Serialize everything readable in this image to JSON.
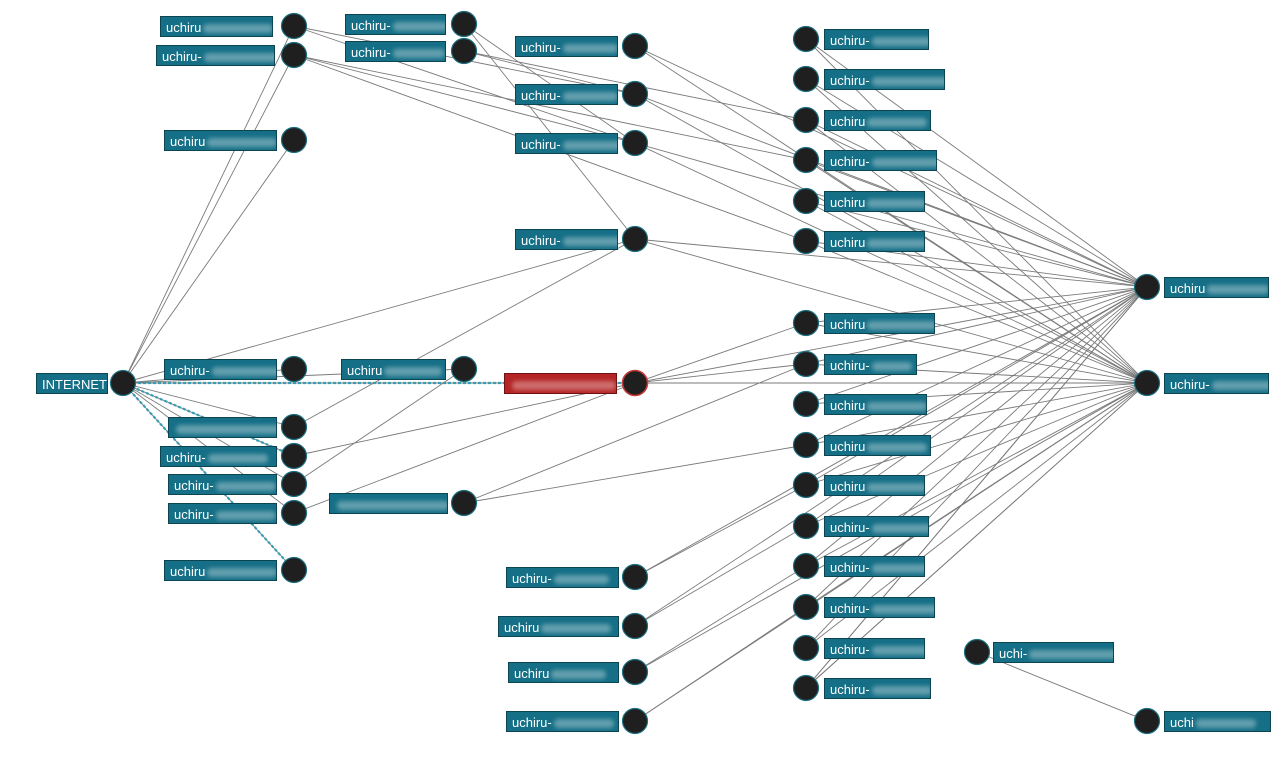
{
  "colors": {
    "label_bg": "#156f86",
    "label_border": "#0c4452",
    "label_alert_bg": "#b42424",
    "node_fill": "#1f1f1f",
    "edge": "#7a7a7a",
    "edge_highlight": "#2a9bb5"
  },
  "nodes": [
    {
      "id": "internet",
      "text": "INTERNET",
      "kind": "internet"
    },
    {
      "id": "a1",
      "text": "uchiru"
    },
    {
      "id": "a2",
      "text": "uchiru-"
    },
    {
      "id": "a3",
      "text": "uchiru"
    },
    {
      "id": "a4",
      "text": "uchiru-"
    },
    {
      "id": "a5",
      "text": ""
    },
    {
      "id": "a6",
      "text": "uchiru-"
    },
    {
      "id": "a7",
      "text": "uchiru-"
    },
    {
      "id": "a8",
      "text": "uchiru-"
    },
    {
      "id": "a9",
      "text": "uchiru"
    },
    {
      "id": "b1",
      "text": "uchiru-"
    },
    {
      "id": "b2",
      "text": "uchiru-"
    },
    {
      "id": "b3",
      "text": "uchiru"
    },
    {
      "id": "b4",
      "text": ""
    },
    {
      "id": "c1",
      "text": "uchiru-"
    },
    {
      "id": "c2",
      "text": "uchiru-"
    },
    {
      "id": "c3",
      "text": "uchiru-"
    },
    {
      "id": "c4",
      "text": "uchiru-"
    },
    {
      "id": "c5",
      "text": "",
      "kind": "alert"
    },
    {
      "id": "c6",
      "text": "uchiru-"
    },
    {
      "id": "c7",
      "text": "uchiru"
    },
    {
      "id": "c8",
      "text": "uchiru"
    },
    {
      "id": "c9",
      "text": "uchiru-"
    },
    {
      "id": "d1",
      "text": "uchiru-"
    },
    {
      "id": "d2",
      "text": "uchiru-"
    },
    {
      "id": "d3",
      "text": "uchiru"
    },
    {
      "id": "d4",
      "text": "uchiru-"
    },
    {
      "id": "d5",
      "text": "uchiru"
    },
    {
      "id": "d6",
      "text": "uchiru"
    },
    {
      "id": "d7",
      "text": "uchiru"
    },
    {
      "id": "d8",
      "text": "uchiru-"
    },
    {
      "id": "d9",
      "text": "uchiru"
    },
    {
      "id": "d10",
      "text": "uchiru"
    },
    {
      "id": "d11",
      "text": "uchiru"
    },
    {
      "id": "d12",
      "text": "uchiru-"
    },
    {
      "id": "d13",
      "text": "uchiru-"
    },
    {
      "id": "d14",
      "text": "uchiru-"
    },
    {
      "id": "d15",
      "text": "uchiru-"
    },
    {
      "id": "d16",
      "text": "uchiru-"
    },
    {
      "id": "d17",
      "text": "uchiru"
    },
    {
      "id": "e1",
      "text": "uchiru"
    },
    {
      "id": "e2",
      "text": "uchiru-"
    },
    {
      "id": "f1",
      "text": "uchi-"
    },
    {
      "id": "f2",
      "text": "uchi"
    }
  ],
  "edges": [
    [
      "internet",
      "a1"
    ],
    [
      "internet",
      "a2"
    ],
    [
      "internet",
      "a3"
    ],
    [
      "internet",
      "a4"
    ],
    [
      "internet",
      "a5"
    ],
    [
      "internet",
      "a6"
    ],
    [
      "internet",
      "a7"
    ],
    [
      "internet",
      "a8"
    ],
    [
      "internet",
      "a9"
    ],
    [
      "internet",
      "b3"
    ],
    [
      "internet",
      "c5"
    ],
    [
      "internet",
      "c4"
    ],
    [
      "a1",
      "c2"
    ],
    [
      "a1",
      "c3"
    ],
    [
      "a2",
      "c3"
    ],
    [
      "a2",
      "d4"
    ],
    [
      "a2",
      "d6"
    ],
    [
      "b1",
      "c3"
    ],
    [
      "b1",
      "c4"
    ],
    [
      "b2",
      "c2"
    ],
    [
      "b2",
      "d3"
    ],
    [
      "a5",
      "c4"
    ],
    [
      "a6",
      "c5"
    ],
    [
      "a7",
      "b3"
    ],
    [
      "a8",
      "c5"
    ],
    [
      "b4",
      "d8"
    ],
    [
      "b4",
      "d10"
    ],
    [
      "c5",
      "d8"
    ],
    [
      "c5",
      "e1"
    ],
    [
      "c5",
      "e2"
    ],
    [
      "c5",
      "d7"
    ],
    [
      "c1",
      "e1"
    ],
    [
      "c1",
      "e2"
    ],
    [
      "c2",
      "e1"
    ],
    [
      "c2",
      "e2"
    ],
    [
      "c3",
      "e1"
    ],
    [
      "c3",
      "e2"
    ],
    [
      "c4",
      "e1"
    ],
    [
      "c4",
      "e2"
    ],
    [
      "c6",
      "d11"
    ],
    [
      "c7",
      "d12"
    ],
    [
      "c8",
      "d13"
    ],
    [
      "c9",
      "d14"
    ],
    [
      "c6",
      "e1"
    ],
    [
      "c7",
      "e1"
    ],
    [
      "c8",
      "e2"
    ],
    [
      "c9",
      "e2"
    ],
    [
      "d1",
      "e1"
    ],
    [
      "d1",
      "e2"
    ],
    [
      "d2",
      "e1"
    ],
    [
      "d2",
      "e2"
    ],
    [
      "d3",
      "e1"
    ],
    [
      "d3",
      "e2"
    ],
    [
      "d4",
      "e1"
    ],
    [
      "d4",
      "e2"
    ],
    [
      "d5",
      "e1"
    ],
    [
      "d5",
      "e2"
    ],
    [
      "d6",
      "e1"
    ],
    [
      "d6",
      "e2"
    ],
    [
      "d7",
      "e1"
    ],
    [
      "d7",
      "e2"
    ],
    [
      "d8",
      "e1"
    ],
    [
      "d8",
      "e2"
    ],
    [
      "d9",
      "e1"
    ],
    [
      "d9",
      "e2"
    ],
    [
      "d10",
      "e1"
    ],
    [
      "d10",
      "e2"
    ],
    [
      "d11",
      "e1"
    ],
    [
      "d11",
      "e2"
    ],
    [
      "d12",
      "e1"
    ],
    [
      "d12",
      "e2"
    ],
    [
      "d13",
      "e1"
    ],
    [
      "d13",
      "e2"
    ],
    [
      "d14",
      "e1"
    ],
    [
      "d14",
      "e2"
    ],
    [
      "d15",
      "e1"
    ],
    [
      "d15",
      "e2"
    ],
    [
      "d16",
      "e1"
    ],
    [
      "d16",
      "e2"
    ],
    [
      "d17",
      "e1"
    ],
    [
      "d17",
      "e2"
    ],
    [
      "f1",
      "f2"
    ]
  ],
  "highlighted_edges": [
    [
      "internet",
      "c5"
    ],
    [
      "internet",
      "a9"
    ],
    [
      "internet",
      "a6"
    ]
  ]
}
